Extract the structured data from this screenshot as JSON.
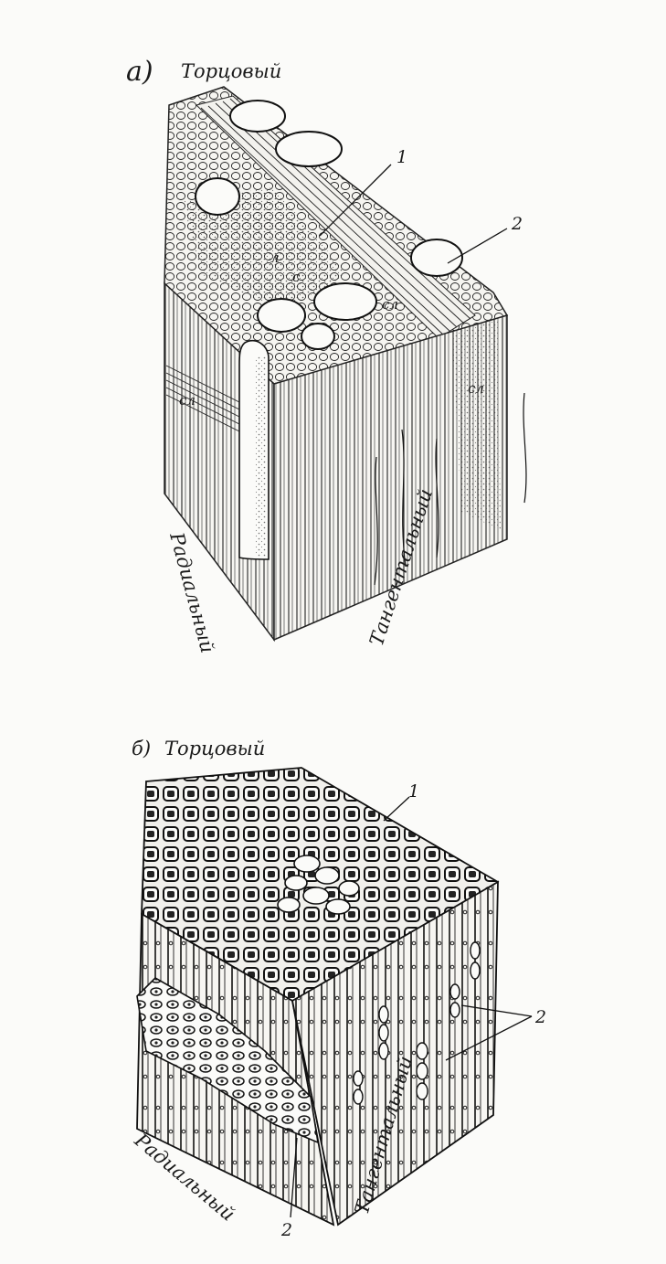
{
  "figure_a": {
    "letter": "а)",
    "face_top": "Торцовый",
    "face_left": "Радиальный",
    "face_right": "Тангентальный",
    "callout_1": "1",
    "callout_2": "2",
    "marks": {
      "sl_1": "сл",
      "sl_2": "сл",
      "sl_3": "сл",
      "l": "л",
      "s": "с"
    }
  },
  "figure_b": {
    "letter": "б)",
    "face_top": "Торцовый",
    "face_left": "Радиальный",
    "face_right": "Тангентальный",
    "callout_1": "1",
    "callout_2_right": "2",
    "callout_2_bottom": "2"
  }
}
